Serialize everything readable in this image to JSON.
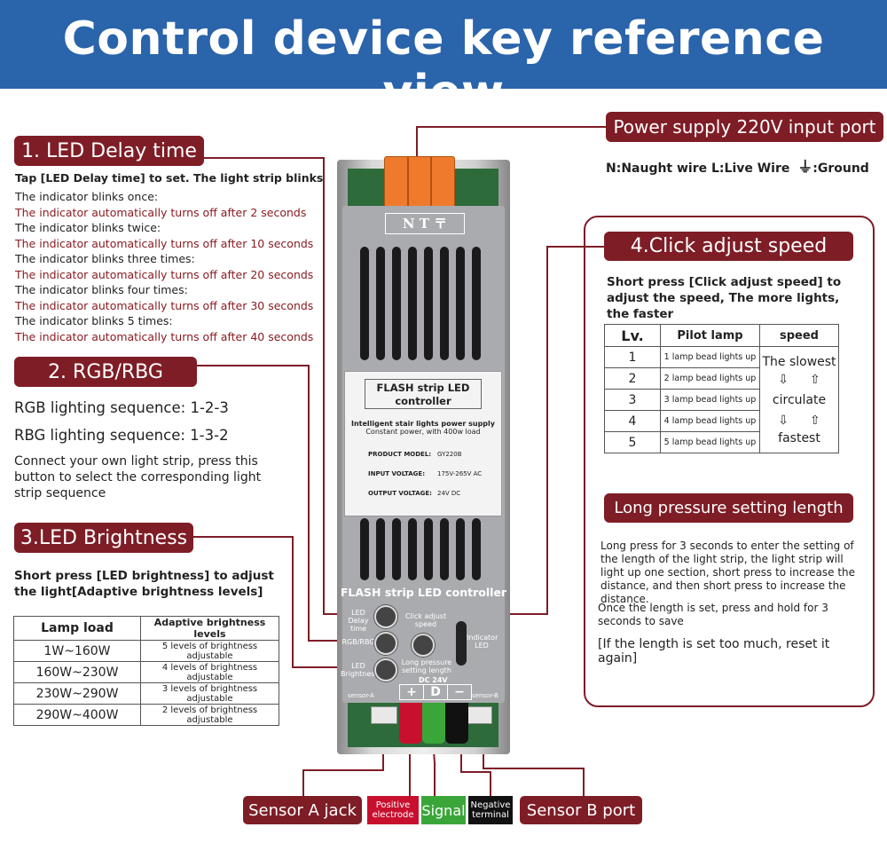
{
  "banner": {
    "title": "Control device key reference view"
  },
  "led_delay": {
    "tag": "1. LED Delay time",
    "intro": "Tap [LED Delay time] to set. The light strip blinks",
    "rows": [
      {
        "condition": "The indicator blinks once:",
        "result": "The indicator automatically turns off after 2 seconds"
      },
      {
        "condition": "The indicator blinks twice:",
        "result": "The indicator automatically turns off after 10 seconds"
      },
      {
        "condition": "The indicator blinks three times:",
        "result": "The indicator automatically turns off after 20 seconds"
      },
      {
        "condition": "The indicator blinks four times:",
        "result": "The indicator automatically turns off after 30 seconds"
      },
      {
        "condition": "The indicator blinks 5 times:",
        "result": "The indicator automatically turns off after 40 seconds"
      }
    ]
  },
  "rgb": {
    "tag": "2. RGB/RBG",
    "line1": "RGB lighting sequence: 1-2-3",
    "line2": "RBG lighting sequence: 1-3-2",
    "note": "Connect your own light strip, press this button to select the corresponding light strip sequence"
  },
  "brightness": {
    "tag": "3.LED Brightness",
    "desc": "Short press [LED brightness] to adjust the light[Adaptive brightness levels]",
    "table": {
      "headers": [
        "Lamp load",
        "Adaptive brightness levels"
      ],
      "rows": [
        [
          "1W~160W",
          "5 levels of brightness adjustable"
        ],
        [
          "160W~230W",
          "4 levels of brightness adjustable"
        ],
        [
          "230W~290W",
          "3 levels of brightness adjustable"
        ],
        [
          "290W~400W",
          "2 levels of brightness adjustable"
        ]
      ]
    }
  },
  "power": {
    "tag": "Power supply 220V input port",
    "legend": "N:Naught wire  L:Live Wire",
    "ground_symbol": "⏚",
    "ground_label": ":Ground"
  },
  "speed": {
    "tag": "4.Click adjust speed",
    "desc": "Short press [Click adjust speed] to adjust the speed, The more lights, the faster",
    "table": {
      "headers": [
        "Lv.",
        "Pilot lamp",
        "speed"
      ],
      "rows": [
        [
          "1",
          "1 lamp bead lights up"
        ],
        [
          "2",
          "2 lamp bead lights up"
        ],
        [
          "3",
          "3 lamp bead lights up"
        ],
        [
          "4",
          "4 lamp bead lights up"
        ],
        [
          "5",
          "5 lamp bead lights up"
        ]
      ],
      "speed_slowest": "The slowest",
      "speed_circulate": "circulate",
      "speed_fastest": "fastest",
      "arrow_down": "⇩",
      "arrow_up": "⇧"
    }
  },
  "long_press": {
    "tag": "Long pressure setting length",
    "p1": "Long press for 3 seconds to enter the setting of the length of the light strip, the light strip will light up one section, short press to increase the distance, and then short press to increase the distance.",
    "p2": "Once the length is set, press and hold for 3 seconds to save",
    "p3": "[If the length is set too much, reset it again]"
  },
  "device": {
    "brand": "N T 〒",
    "label_title": "FLASH strip LED controller",
    "label_sub1": "Intelligent stair lights power supply",
    "label_sub2": "Constant power, with 400w load",
    "model_key": "PRODUCT MODEL:",
    "model_val": "GY220B",
    "input_key": "INPUT VOLTAGE:",
    "input_val": "175V-265V AC",
    "output_key": "OUTPUT VOLTAGE:",
    "output_val": "24V DC",
    "panel_title": "FLASH strip LED controller",
    "btn_delay": "LED Delay time",
    "btn_rgb": "RGB/RBG",
    "btn_bright": "LED Brightness",
    "btn_click": "Click adjust speed",
    "btn_long": "Long pressure setting length",
    "indicator": "Indicator LED",
    "dc": "DC 24V",
    "term_plus": "+",
    "term_d": "D",
    "term_minus": "−",
    "sensor_a": "sensor-A",
    "sensor_b": "sensor-B"
  },
  "bottom": {
    "sensor_a": "Sensor A jack",
    "positive": "Positive electrode",
    "signal": "Signal",
    "negative": "Negative terminal",
    "sensor_b": "Sensor B port",
    "colors": {
      "positive": "#c8102e",
      "signal": "#3aa63a",
      "negative": "#111111",
      "tag": "#7e1d26"
    }
  }
}
